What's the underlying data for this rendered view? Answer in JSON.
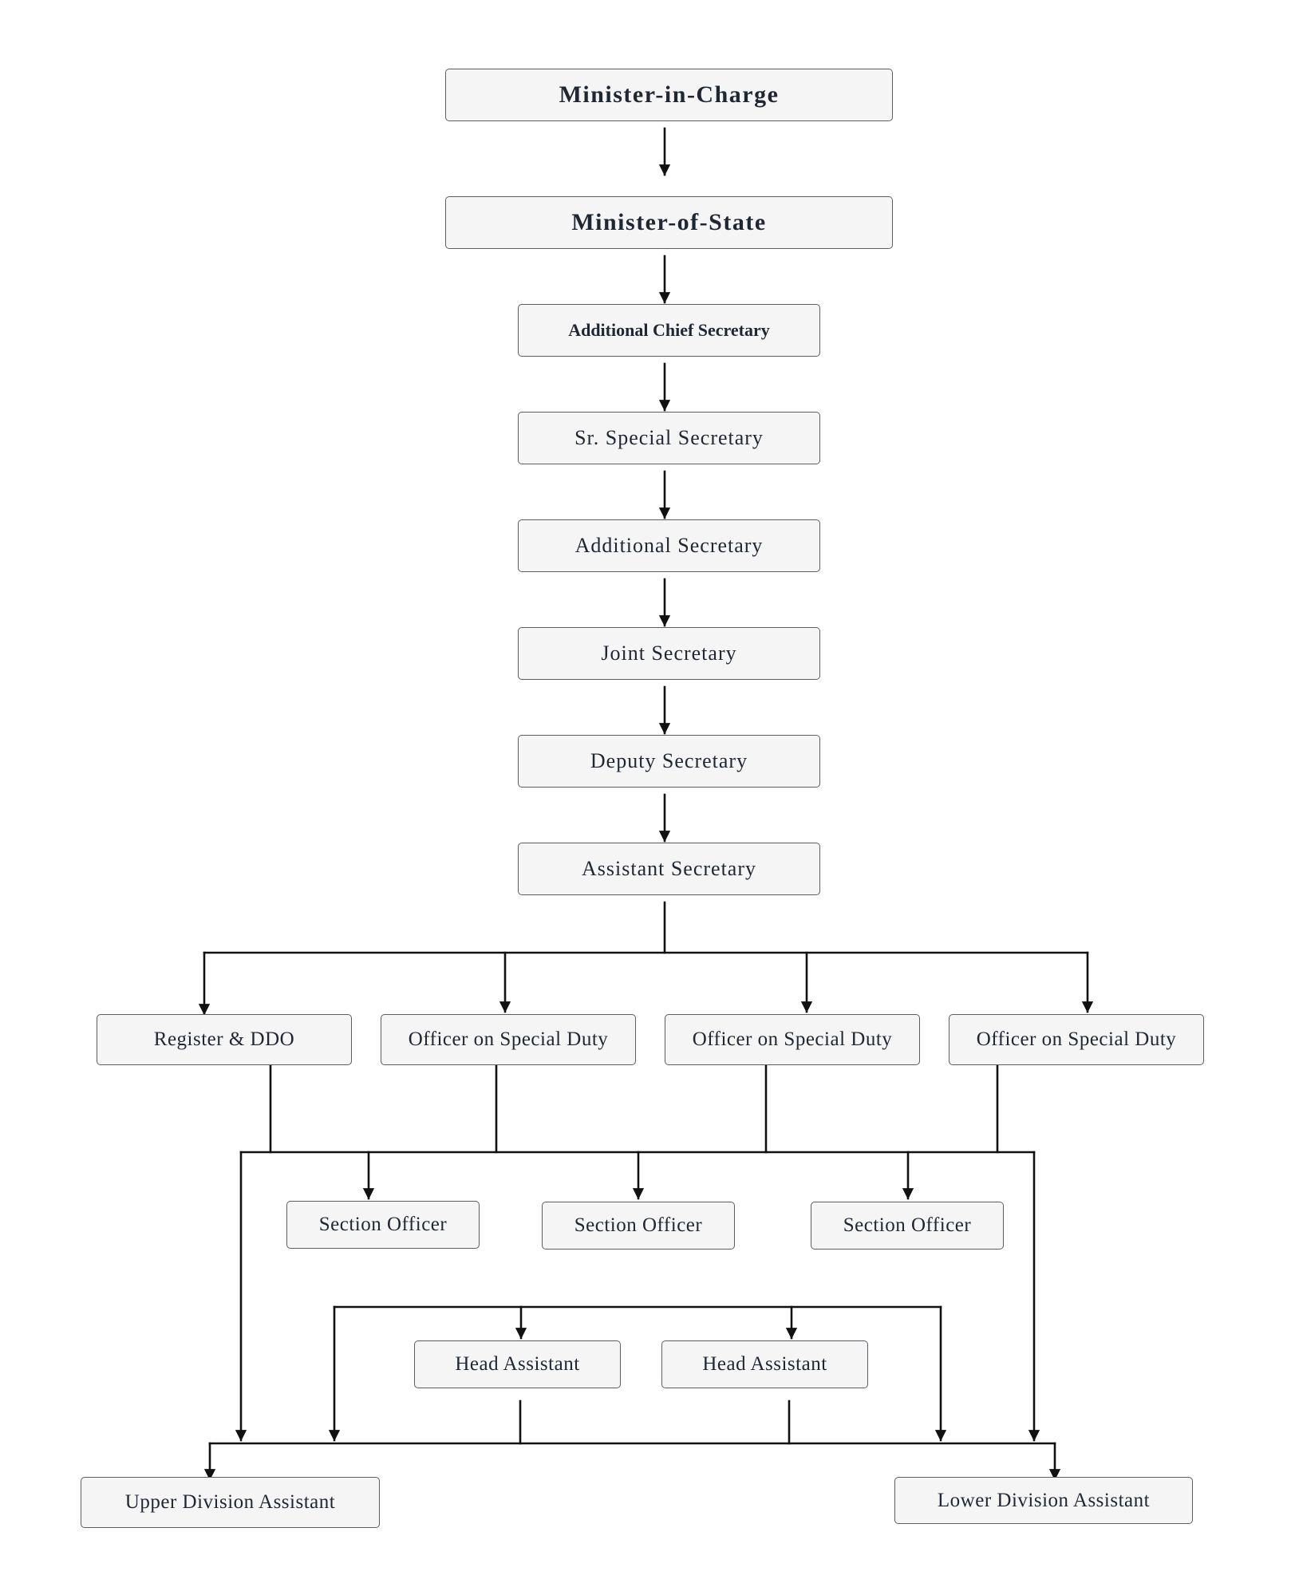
{
  "diagram": {
    "type": "org-chart",
    "nodes": [
      {
        "id": "mic",
        "label": "Minister-in-Charge"
      },
      {
        "id": "mos",
        "label": "Minister-of-State"
      },
      {
        "id": "acs",
        "label": "Additional Chief Secretary"
      },
      {
        "id": "sss",
        "label": "Sr. Special Secretary"
      },
      {
        "id": "as",
        "label": "Additional Secretary"
      },
      {
        "id": "js",
        "label": "Joint Secretary"
      },
      {
        "id": "ds",
        "label": "Deputy Secretary"
      },
      {
        "id": "asst",
        "label": "Assistant Secretary"
      },
      {
        "id": "reg",
        "label": "Register & DDO"
      },
      {
        "id": "osd1",
        "label": "Officer on Special Duty"
      },
      {
        "id": "osd2",
        "label": "Officer on Special Duty"
      },
      {
        "id": "osd3",
        "label": "Officer on Special Duty"
      },
      {
        "id": "so1",
        "label": "Section Officer"
      },
      {
        "id": "so2",
        "label": "Section Officer"
      },
      {
        "id": "so3",
        "label": "Section Officer"
      },
      {
        "id": "ha1",
        "label": "Head Assistant"
      },
      {
        "id": "ha2",
        "label": "Head Assistant"
      },
      {
        "id": "uda",
        "label": "Upper Division Assistant"
      },
      {
        "id": "lda",
        "label": "Lower Division Assistant"
      }
    ],
    "edges": [
      {
        "from": "mic",
        "to": "mos"
      },
      {
        "from": "mos",
        "to": "acs"
      },
      {
        "from": "acs",
        "to": "sss"
      },
      {
        "from": "sss",
        "to": "as"
      },
      {
        "from": "as",
        "to": "js"
      },
      {
        "from": "js",
        "to": "ds"
      },
      {
        "from": "ds",
        "to": "asst"
      },
      {
        "from": "asst",
        "to": "reg"
      },
      {
        "from": "asst",
        "to": "osd1"
      },
      {
        "from": "asst",
        "to": "osd2"
      },
      {
        "from": "asst",
        "to": "osd3"
      },
      {
        "from": "reg",
        "to": "so1"
      },
      {
        "from": "osd1",
        "to": "so1"
      },
      {
        "from": "osd2",
        "to": "so2"
      },
      {
        "from": "osd3",
        "to": "so3"
      },
      {
        "from": "ha1",
        "to": "uda"
      },
      {
        "from": "ha2",
        "to": "lda"
      }
    ],
    "colors": {
      "box_fill": "#f5f5f6",
      "box_border": "#5a5f66",
      "text": "#1f2733",
      "line": "#111111"
    }
  }
}
